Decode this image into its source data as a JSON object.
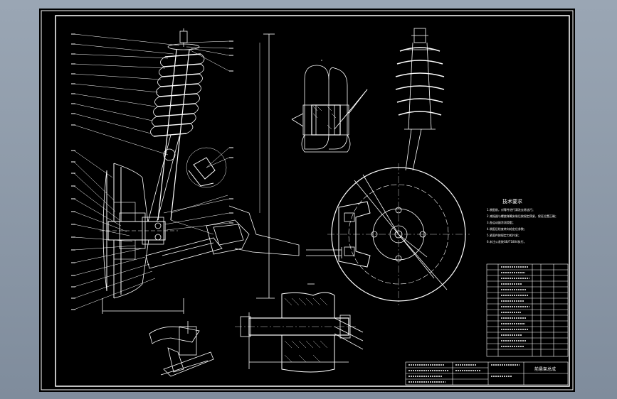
{
  "drawing": {
    "technical_requirements_title": "技术要求",
    "technical_requirements": [
      "1.装配前，对零件进行清洗去除油污；",
      "2.减振器与螺旋弹簧安装后按规定预紧，保证位置正确；",
      "3.各运动副涂润滑脂；",
      "4.装配后检查转向轮定位参数；",
      "5.紧固件按规定力矩拧紧；",
      "6.未注公差按GB/T1804执行。"
    ],
    "title_block_name": "前悬架总成"
  },
  "colors": {
    "frame": "#ffffff",
    "background": "#000000",
    "outer": "#8a97a8"
  }
}
